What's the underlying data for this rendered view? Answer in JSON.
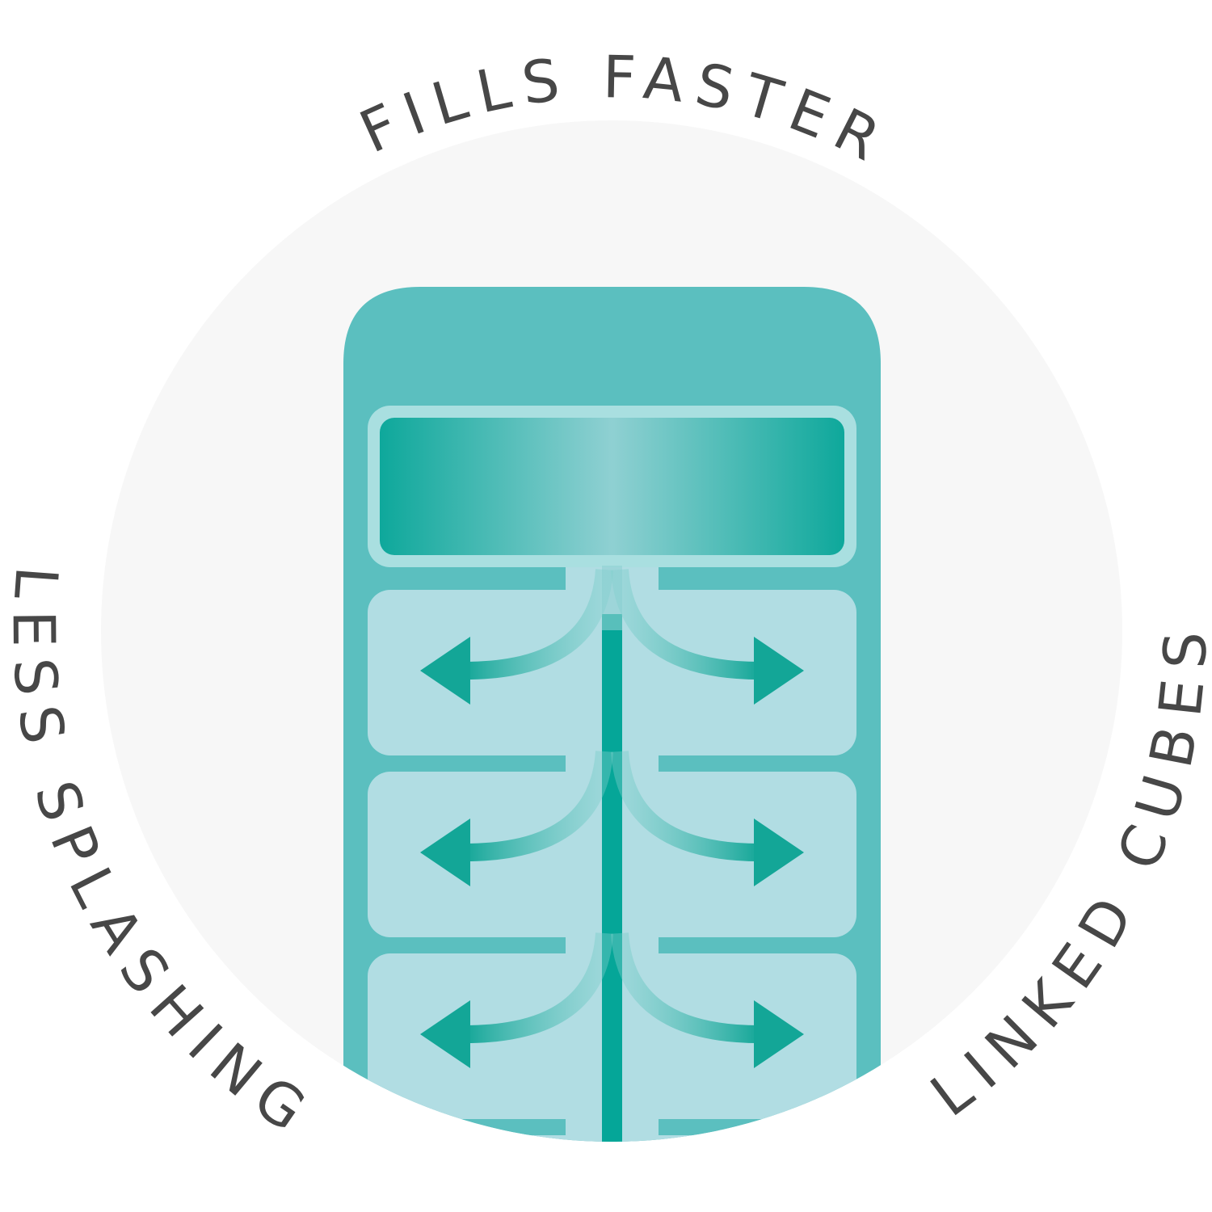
{
  "claims": {
    "top": "FILLS FASTER",
    "left": "LESS SPLASHING",
    "right": "LINKED CUBES"
  },
  "colors": {
    "circle": "#f7f7f7",
    "tray": "#5bbfbf",
    "cell": "#b1dde3",
    "channel": "#04a89a",
    "text": "#474747"
  }
}
